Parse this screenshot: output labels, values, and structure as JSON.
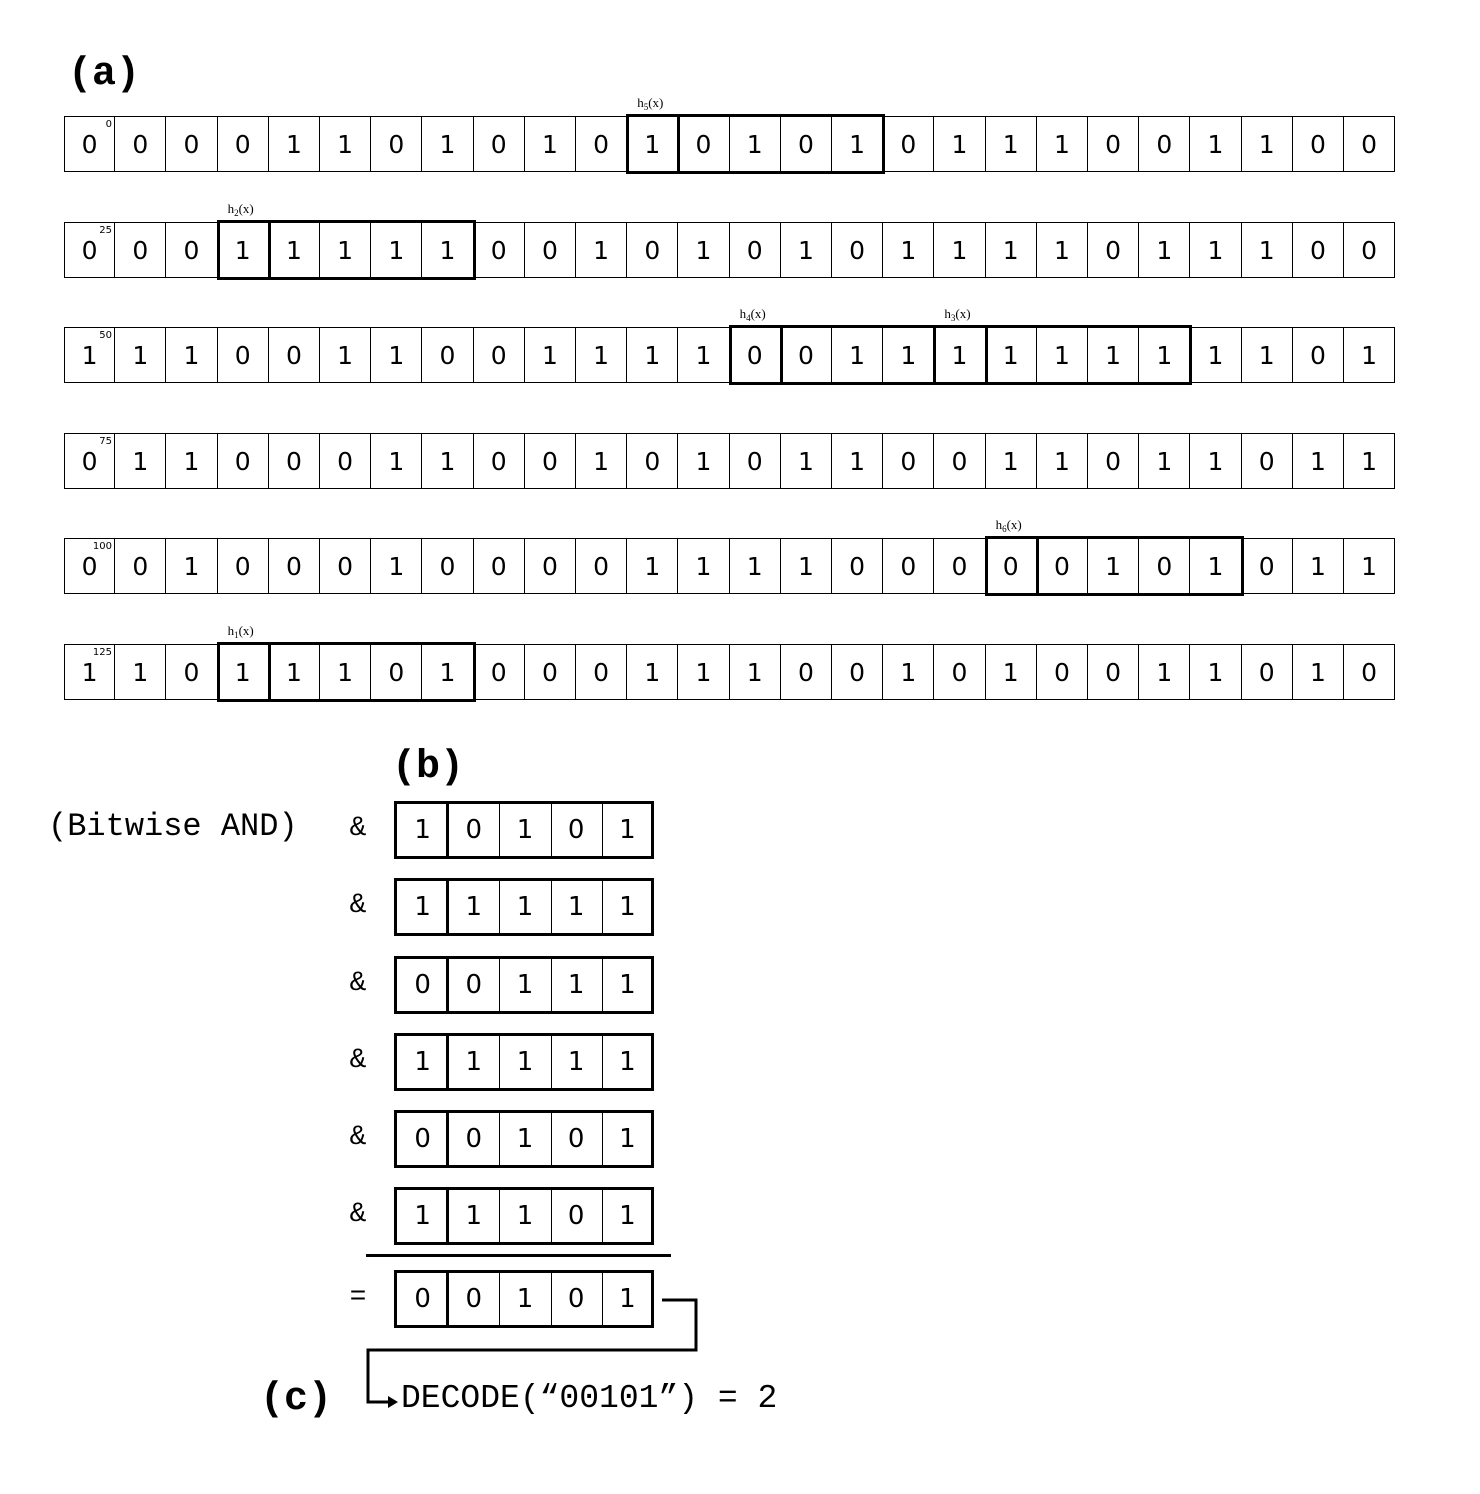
{
  "panel_a": {
    "label": "(a)",
    "rows": [
      {
        "start": "0",
        "bits": [
          "0",
          "0",
          "0",
          "0",
          "1",
          "1",
          "0",
          "1",
          "0",
          "1",
          "0",
          "1",
          "0",
          "1",
          "0",
          "1",
          "0",
          "1",
          "1",
          "1",
          "0",
          "0",
          "1",
          "1",
          "0",
          "0"
        ]
      },
      {
        "start": "25",
        "bits": [
          "0",
          "0",
          "0",
          "1",
          "1",
          "1",
          "1",
          "1",
          "0",
          "0",
          "1",
          "0",
          "1",
          "0",
          "1",
          "0",
          "1",
          "1",
          "1",
          "1",
          "0",
          "1",
          "1",
          "1",
          "0",
          "0"
        ]
      },
      {
        "start": "50",
        "bits": [
          "1",
          "1",
          "1",
          "0",
          "0",
          "1",
          "1",
          "0",
          "0",
          "1",
          "1",
          "1",
          "1",
          "0",
          "0",
          "1",
          "1",
          "1",
          "1",
          "1",
          "1",
          "1",
          "1",
          "1",
          "0",
          "1"
        ]
      },
      {
        "start": "75",
        "bits": [
          "0",
          "1",
          "1",
          "0",
          "0",
          "0",
          "1",
          "1",
          "0",
          "0",
          "1",
          "0",
          "1",
          "0",
          "1",
          "1",
          "0",
          "0",
          "1",
          "1",
          "0",
          "1",
          "1",
          "0",
          "1",
          "1"
        ]
      },
      {
        "start": "100",
        "bits": [
          "0",
          "0",
          "1",
          "0",
          "0",
          "0",
          "1",
          "0",
          "0",
          "0",
          "0",
          "1",
          "1",
          "1",
          "1",
          "0",
          "0",
          "0",
          "0",
          "0",
          "1",
          "0",
          "1",
          "0",
          "1",
          "1"
        ]
      },
      {
        "start": "125",
        "bits": [
          "1",
          "1",
          "0",
          "1",
          "1",
          "1",
          "0",
          "1",
          "0",
          "0",
          "0",
          "1",
          "1",
          "1",
          "0",
          "0",
          "1",
          "0",
          "1",
          "0",
          "0",
          "1",
          "1",
          "0",
          "1",
          "0"
        ]
      }
    ],
    "hash_windows": [
      {
        "name": "h",
        "sub": "5",
        "suffix": "(x)",
        "row": 0,
        "col": 11
      },
      {
        "name": "h",
        "sub": "2",
        "suffix": "(x)",
        "row": 1,
        "col": 3
      },
      {
        "name": "h",
        "sub": "4",
        "suffix": "(x)",
        "row": 2,
        "col": 13
      },
      {
        "name": "h",
        "sub": "3",
        "suffix": "(x)",
        "row": 2,
        "col": 17
      },
      {
        "name": "h",
        "sub": "6",
        "suffix": "(x)",
        "row": 4,
        "col": 18
      },
      {
        "name": "h",
        "sub": "1",
        "suffix": "(x)",
        "row": 5,
        "col": 3
      }
    ]
  },
  "panel_b": {
    "label": "(b)",
    "operation_label": "(Bitwise AND)",
    "and_symbol": "&",
    "equals_symbol": "=",
    "rows": [
      [
        "1",
        "0",
        "1",
        "0",
        "1"
      ],
      [
        "1",
        "1",
        "1",
        "1",
        "1"
      ],
      [
        "0",
        "0",
        "1",
        "1",
        "1"
      ],
      [
        "1",
        "1",
        "1",
        "1",
        "1"
      ],
      [
        "0",
        "0",
        "1",
        "0",
        "1"
      ],
      [
        "1",
        "1",
        "1",
        "0",
        "1"
      ]
    ],
    "result": [
      "0",
      "0",
      "1",
      "0",
      "1"
    ]
  },
  "panel_c": {
    "label": "(c)",
    "decode_text": "DECODE(“00101”) = 2"
  }
}
